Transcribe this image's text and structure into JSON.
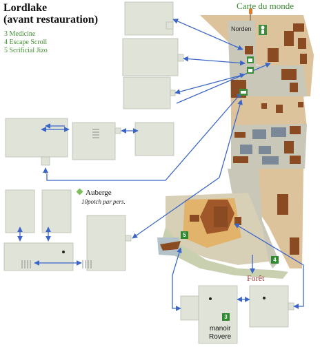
{
  "title": {
    "line1": "Lordlake",
    "line2": "(avant restauration)"
  },
  "legend": {
    "item1": "3 Medicine",
    "item2": "4 Escape Scroll",
    "item3": "5 Scrificial Jizo"
  },
  "labels": {
    "world_map": "Carte du monde",
    "norden": "Norden",
    "inn": "Auberge",
    "inn_price": "10potch par pers.",
    "forest": "Forêt",
    "manor_line1": "manoir",
    "manor_line2": "Rovere"
  },
  "markers": {
    "chest_manor": "3",
    "chest_forest": "4",
    "chest_jizo": "5"
  },
  "colors": {
    "interior_fill": "#dfe3d8",
    "town_ground": "#c9c7b8",
    "field": "#dcc39b",
    "plaza": "#e2b36a",
    "roof": "#8a4a22",
    "roof_blue": "#7b8898",
    "arrow": "#3b66c8",
    "legend_green": "#3f8f2f",
    "forest_label": "#a33a3a"
  },
  "icons": [
    "inn-diamond-icon",
    "world-map-marker-icon",
    "person-icon",
    "shop-icon",
    "bed-icon",
    "boat-icon",
    "arrow-icon"
  ]
}
